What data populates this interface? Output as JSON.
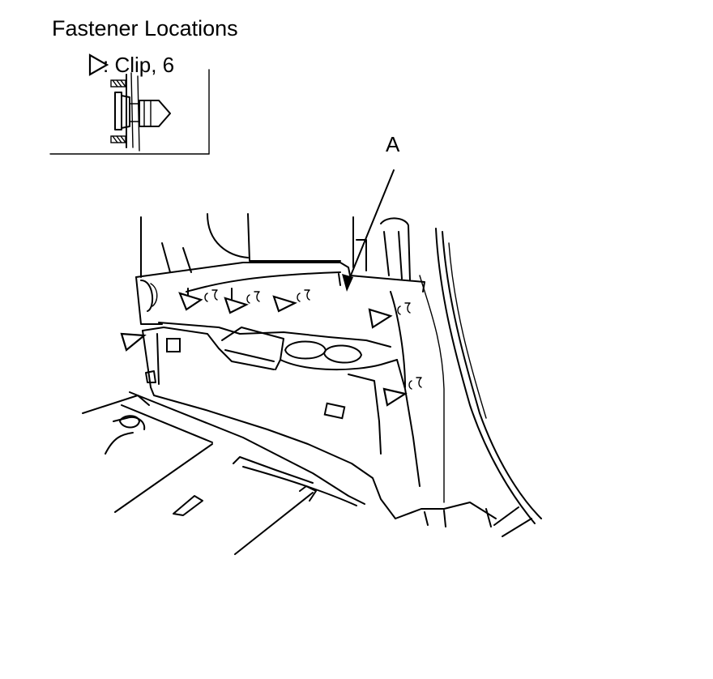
{
  "diagram": {
    "title": "Fastener Locations",
    "legend": {
      "symbol_icon": "triangle-outline-icon",
      "label": ": Clip, 6"
    },
    "callout_label": "A",
    "clip_marker_count": 6,
    "line_color": "#000000",
    "background": "#ffffff"
  }
}
